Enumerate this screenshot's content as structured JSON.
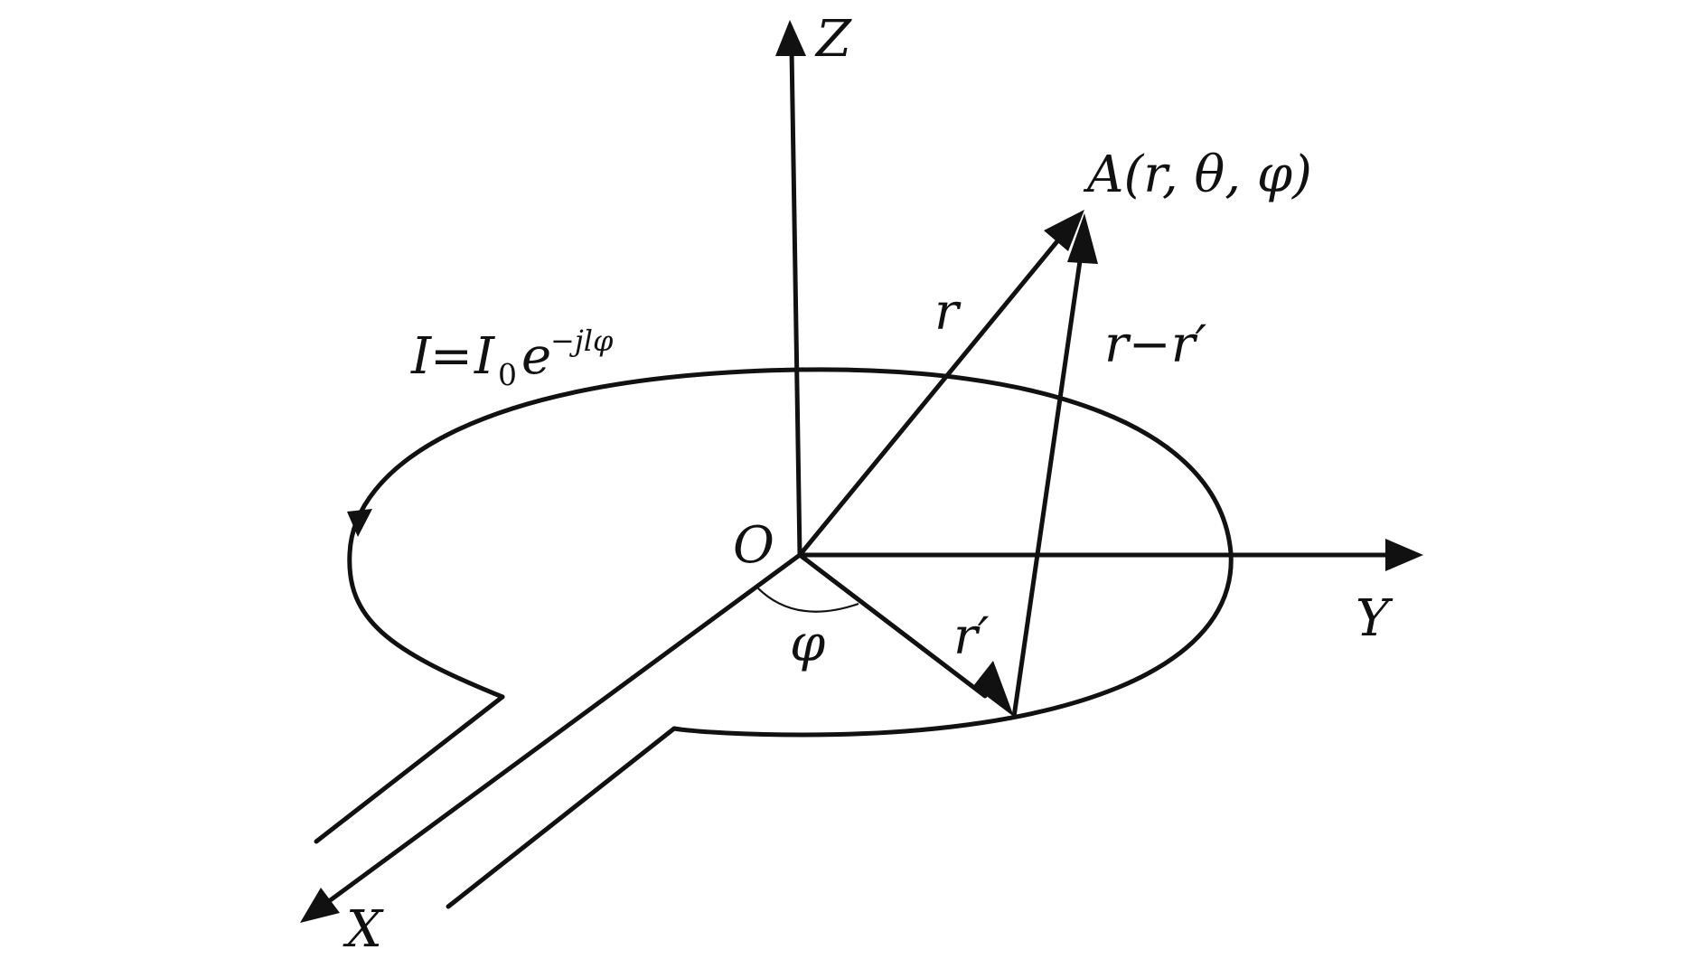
{
  "labels": {
    "z_axis": "Z",
    "y_axis": "Y",
    "x_axis": "X",
    "origin": "O",
    "point": "A(r, θ, φ)",
    "r": "r",
    "r_minus_r_prime": "r−r′",
    "r_prime": "r′",
    "angle": "φ"
  },
  "current": {
    "lhs": "I",
    "equals": "=",
    "I": "I",
    "subscript": "0",
    "e": "e",
    "exponent": "−jlφ"
  },
  "colors": {
    "ink": "#111111",
    "background": "#ffffff"
  }
}
